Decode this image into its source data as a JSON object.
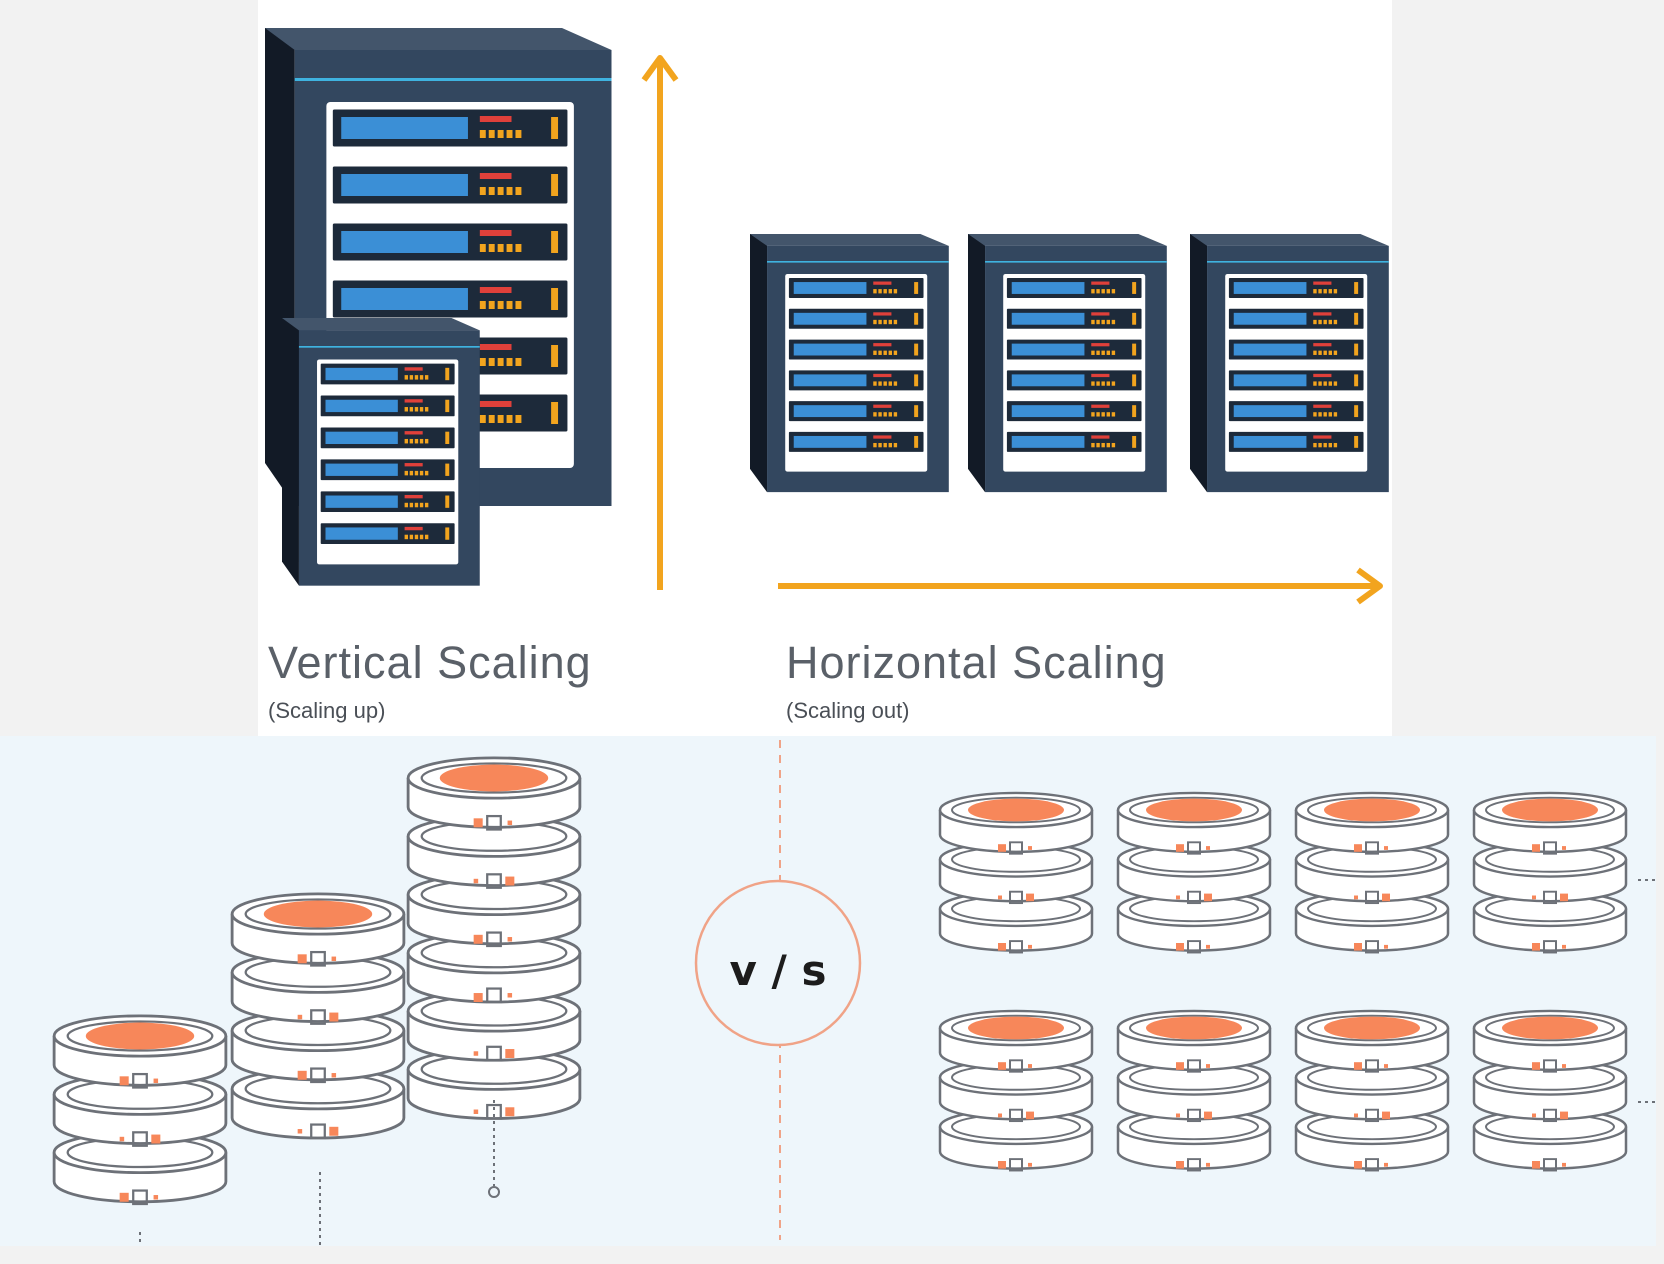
{
  "top": {
    "vertical": {
      "title": "Vertical Scaling",
      "subtitle": "(Scaling up)"
    },
    "horizontal": {
      "title": "Horizontal Scaling",
      "subtitle": "(Scaling out)"
    }
  },
  "bottom": {
    "vs_label": "v / s"
  },
  "colors": {
    "rack_body": "#33475f",
    "rack_dark": "#1b2535",
    "rack_side": "#26344a",
    "rack_accent": "#3fb3e0",
    "slot_screen": "#3b8fd6",
    "slot_red": "#e0403a",
    "slot_amber": "#f2a41e",
    "arrow": "#f2a41e",
    "db_top": "#f7875a",
    "db_line": "#6d7178",
    "bottom_bg": "#eef6fb",
    "divider": "#f0a387"
  },
  "icons": [
    "server-rack-icon",
    "database-stack-icon",
    "arrow-up-icon",
    "arrow-right-icon"
  ]
}
